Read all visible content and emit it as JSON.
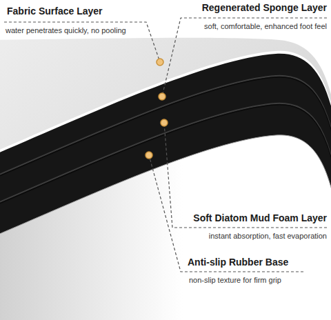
{
  "diagram": {
    "labels": [
      "Fabric Surface Layer",
      "water penetrates quickly, no pooling",
      "Regenerated Sponge Layer",
      "soft, comfortable, enhanced foot feel",
      "Soft Diatom Mud Foam Layer",
      "instant absorption, fast evaporation",
      "Anti-slip Rubber Base",
      "non-slip texture for firm grip"
    ]
  }
}
